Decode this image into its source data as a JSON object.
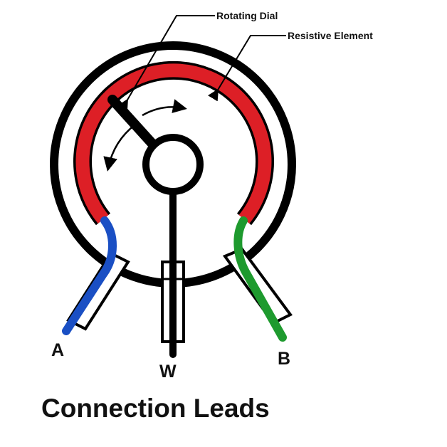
{
  "labels": {
    "rotating_dial": "Rotating Dial",
    "resistive_element": "Resistive Element",
    "lead_a": "A",
    "lead_w": "W",
    "lead_b": "B",
    "caption": "Connection Leads"
  },
  "colors": {
    "outline": "#000000",
    "resistive_element": "#dd1f26",
    "lead_a": "#1a4fc4",
    "lead_b": "#1e9a2e",
    "background": "#ffffff"
  }
}
